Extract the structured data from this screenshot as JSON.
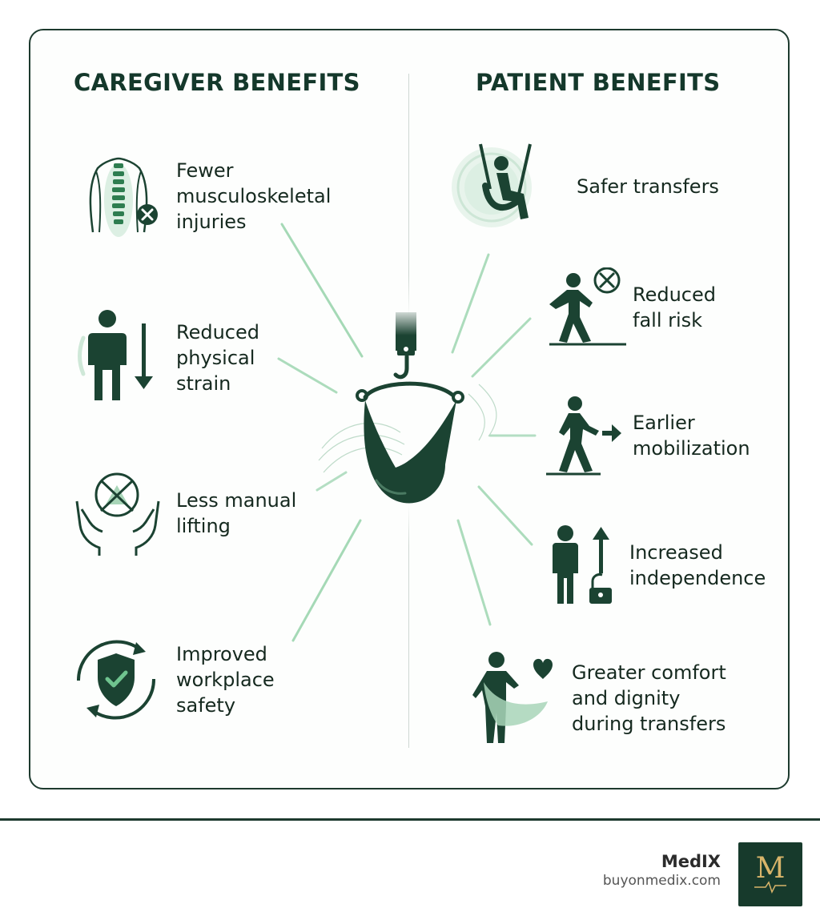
{
  "left_column": {
    "title": "CAREGIVER BENEFITS",
    "items": [
      {
        "label": "Fewer\nmusculoskeletal\ninjuries",
        "icon": "spine-injury-icon"
      },
      {
        "label": "Reduced\nphysical\nstrain",
        "icon": "person-down-arrow-icon"
      },
      {
        "label": "Less manual\nlifting",
        "icon": "hands-no-lifting-icon"
      },
      {
        "label": "Improved\nworkplace\nsafety",
        "icon": "shield-check-icon"
      }
    ]
  },
  "right_column": {
    "title": "PATIENT BENEFITS",
    "items": [
      {
        "label": "Safer transfers",
        "icon": "patient-in-sling-icon"
      },
      {
        "label": "Reduced\nfall risk",
        "icon": "person-no-fall-icon"
      },
      {
        "label": "Earlier\nmobilization",
        "icon": "person-walking-arrow-icon"
      },
      {
        "label": "Increased\nindependence",
        "icon": "person-up-arrow-unlock-icon"
      },
      {
        "label": "Greater comfort\nand dignity\nduring transfers",
        "icon": "person-heart-sling-icon"
      }
    ]
  },
  "center": {
    "icon": "patient-lift-sling-icon"
  },
  "brand": {
    "name": "MedIX",
    "url": "buyonmedix.com",
    "logo_letter": "M"
  },
  "colors": {
    "dark_green": "#1b4332",
    "accent_green": "#4caf73",
    "light_green": "#cfe8d8"
  }
}
